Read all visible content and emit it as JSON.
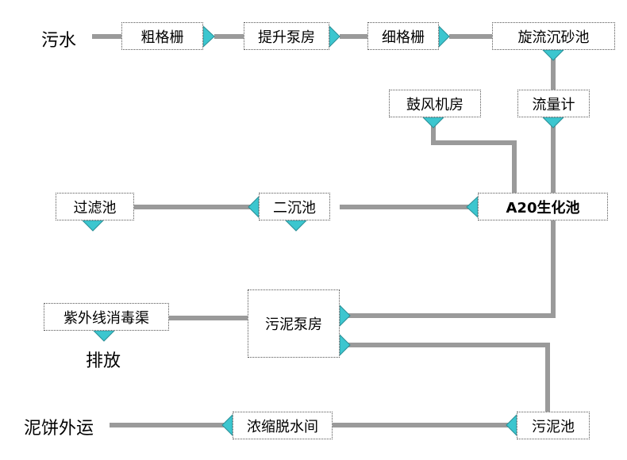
{
  "diagram": {
    "colors": {
      "pipe": "#9a9a9a",
      "arrow": "#3cc6cf",
      "arrow_edge": "#2a8f96",
      "box_border": "#555555"
    },
    "labels": {
      "sewage": "污水",
      "discharge": "排放",
      "sludge_cake": "泥饼外运"
    },
    "nodes": {
      "coarse_screen": "粗格栅",
      "lift_pump": "提升泵房",
      "fine_screen": "细格栅",
      "grit_chamber": "旋流沉砂池",
      "blower": "鼓风机房",
      "flow_meter": "流量计",
      "filter": "过滤池",
      "secondary_clarifier": "二沉池",
      "a2o": "A20生化池",
      "uv": "紫外线消毒渠",
      "sludge_pump": "污泥泵房",
      "dewatering": "浓缩脱水间",
      "sludge_tank": "污泥池"
    }
  }
}
